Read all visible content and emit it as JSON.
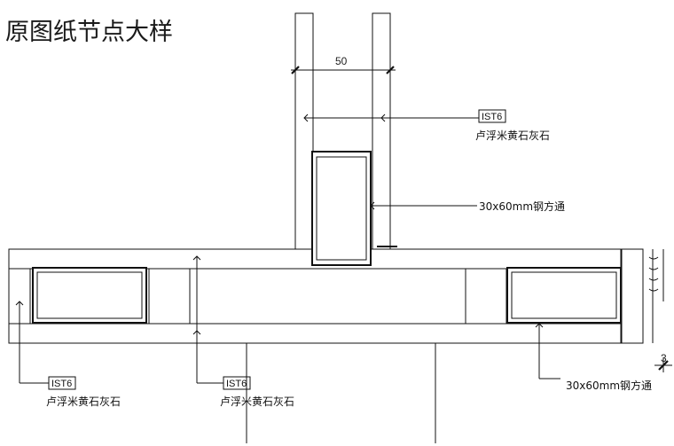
{
  "title": "原图纸节点大样",
  "dimension": {
    "width_label": "50"
  },
  "callouts": {
    "top_stone": {
      "code": "IST6",
      "material": "卢浮米黄石灰石"
    },
    "top_steel": {
      "text": "30x60mm钢方通"
    },
    "left_stone": {
      "code": "IST6",
      "material": "卢浮米黄石灰石"
    },
    "mid_stone": {
      "code": "IST6",
      "material": "卢浮米黄石灰石"
    },
    "right_steel": {
      "text": "30x60mm钢方通"
    },
    "edge_mark": "3"
  }
}
